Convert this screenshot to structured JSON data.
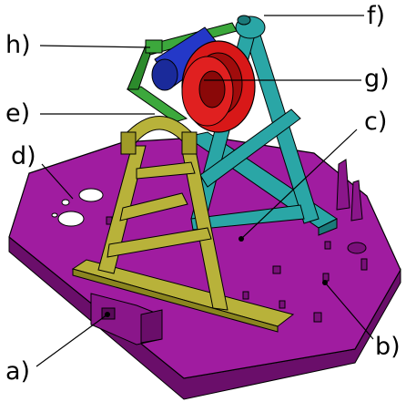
{
  "labels": {
    "a": "a)",
    "b": "b)",
    "c": "c)",
    "d": "d)",
    "e": "e)",
    "f": "f)",
    "g": "g)",
    "h": "h)"
  },
  "colors": {
    "base_plate": "#a01ca0",
    "frame_c": "#2aa6a6",
    "frame_e": "#b8b23a",
    "bracket_h": "#3ca83c",
    "motor_blue": "#2438c8",
    "ring_red": "#d81818",
    "outline": "#000000"
  }
}
